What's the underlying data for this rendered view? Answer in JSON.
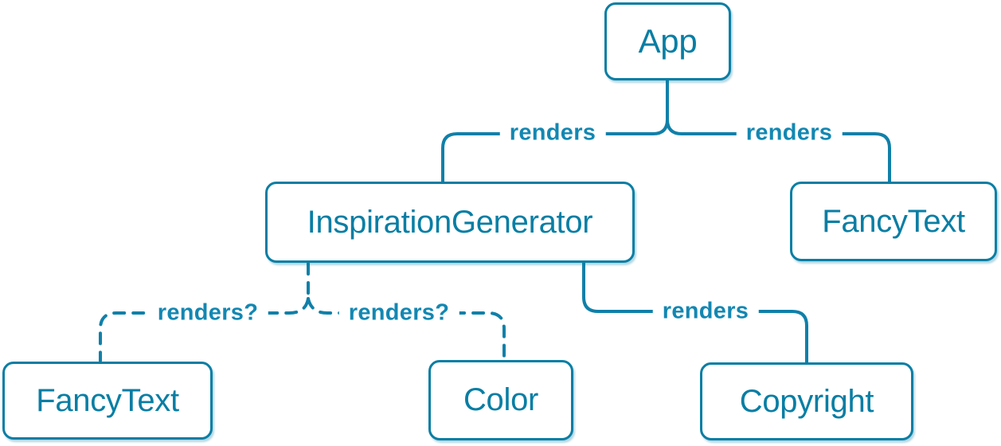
{
  "diagram": {
    "type": "component-render-tree",
    "colors": {
      "accent": "#087ea4",
      "edge": "#1080a9",
      "edge_label": "#1387b2",
      "node_background": "#ffffff"
    },
    "nodes": [
      {
        "id": "app",
        "label": "App"
      },
      {
        "id": "inspiration-generator",
        "label": "InspirationGenerator"
      },
      {
        "id": "fancytext-top",
        "label": "FancyText"
      },
      {
        "id": "fancytext-bottom",
        "label": "FancyText"
      },
      {
        "id": "color",
        "label": "Color"
      },
      {
        "id": "copyright",
        "label": "Copyright"
      }
    ],
    "edges": [
      {
        "from": "App",
        "to": "InspirationGenerator",
        "label": "renders",
        "style": "solid"
      },
      {
        "from": "App",
        "to": "FancyText",
        "label": "renders",
        "style": "solid"
      },
      {
        "from": "InspirationGenerator",
        "to": "Copyright",
        "label": "renders",
        "style": "solid"
      },
      {
        "from": "InspirationGenerator",
        "to": "FancyText",
        "label": "renders?",
        "style": "dashed"
      },
      {
        "from": "InspirationGenerator",
        "to": "Color",
        "label": "renders?",
        "style": "dashed"
      }
    ]
  }
}
